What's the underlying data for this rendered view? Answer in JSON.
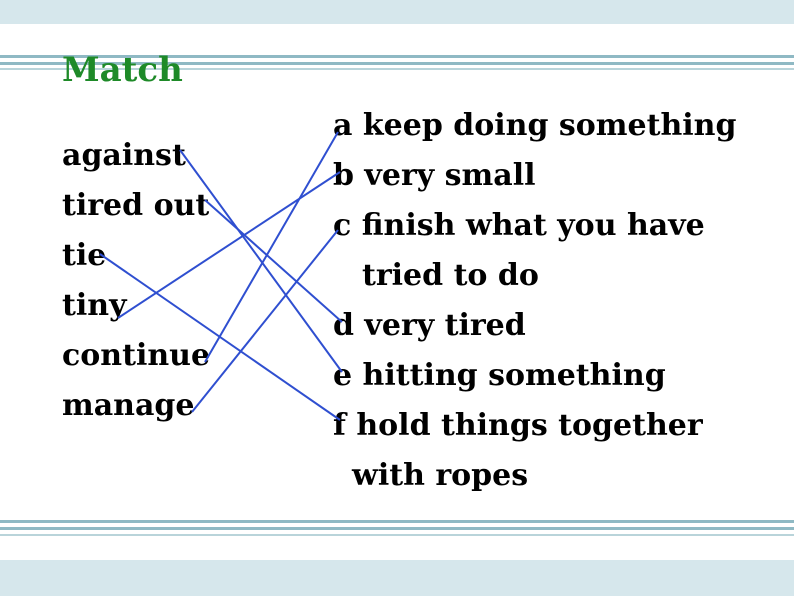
{
  "title": "Match",
  "words": [
    "against",
    "tired out",
    "tie",
    "tiny",
    "continue",
    "manage"
  ],
  "definitions": [
    "a keep doing something",
    "b very small",
    "c finish what you have",
    "tried to do",
    "d very tired",
    "e hitting something",
    "f hold things together",
    "with ropes"
  ],
  "matches": [
    {
      "word": "against",
      "definition": "e"
    },
    {
      "word": "tired out",
      "definition": "d"
    },
    {
      "word": "tie",
      "definition": "f"
    },
    {
      "word": "tiny",
      "definition": "b"
    },
    {
      "word": "continue",
      "definition": "a"
    },
    {
      "word": "manage",
      "definition": "c"
    }
  ],
  "colors": {
    "title": "#1e8a28",
    "text": "#000000",
    "match_line": "#2f4fd0",
    "band": "#d6e7ec",
    "rule": "#8fb9c4"
  }
}
